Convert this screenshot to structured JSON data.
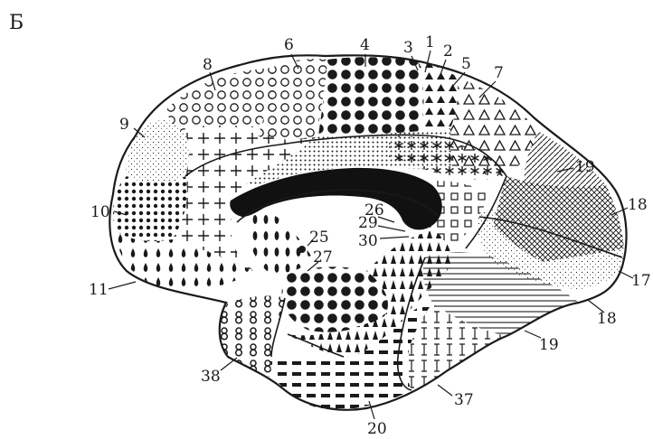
{
  "figure": {
    "panel_letter": "Б",
    "area_labels": {
      "a1": "1",
      "a2": "2",
      "a3": "3",
      "a4": "4",
      "a5": "5",
      "a6": "6",
      "a7": "7",
      "a8": "8",
      "a9": "9",
      "a10": "10",
      "a11": "11",
      "a17": "17",
      "a18_upper": "18",
      "a18_lower": "18",
      "a19_upper": "19",
      "a19_lower": "19",
      "a20": "20",
      "a25": "25",
      "a26": "26",
      "a27": "27",
      "a29": "29",
      "a30": "30",
      "a37": "37",
      "a38": "38"
    }
  }
}
